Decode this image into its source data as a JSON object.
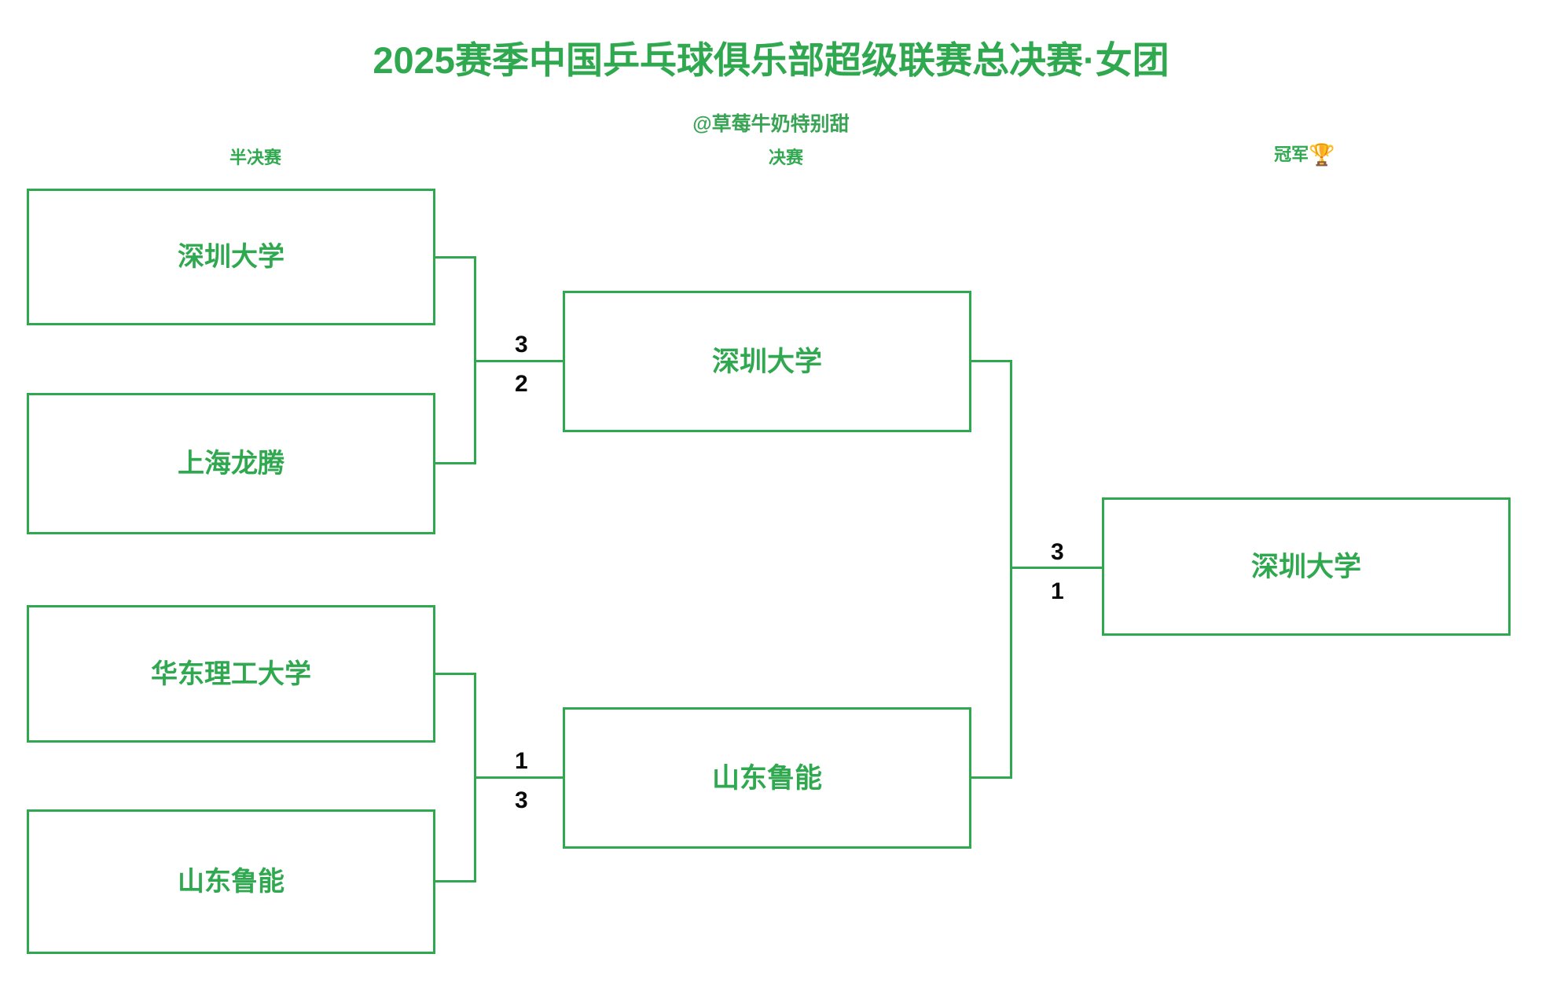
{
  "header": {
    "title": "2025赛季中国乒乓球俱乐部超级联赛总决赛·女团",
    "subtitle": "@草莓牛奶特别甜"
  },
  "rounds": {
    "semifinal_label": "半决赛",
    "final_label": "决赛",
    "champion_label": "冠军",
    "champion_trophy": "🏆"
  },
  "bracket": {
    "semifinal": {
      "match1": {
        "top": {
          "team": "深圳大学",
          "score": "3"
        },
        "bottom": {
          "team": "上海龙腾",
          "score": "2"
        }
      },
      "match2": {
        "top": {
          "team": "华东理工大学",
          "score": "1"
        },
        "bottom": {
          "team": "山东鲁能",
          "score": "3"
        }
      }
    },
    "final": {
      "top": {
        "team": "深圳大学",
        "score": "3"
      },
      "bottom": {
        "team": "山东鲁能",
        "score": "1"
      }
    },
    "champion": {
      "team": "深圳大学"
    }
  },
  "colors": {
    "accent_green": "#2fa84f",
    "score_black": "#0a0a0a",
    "background": "#ffffff"
  }
}
